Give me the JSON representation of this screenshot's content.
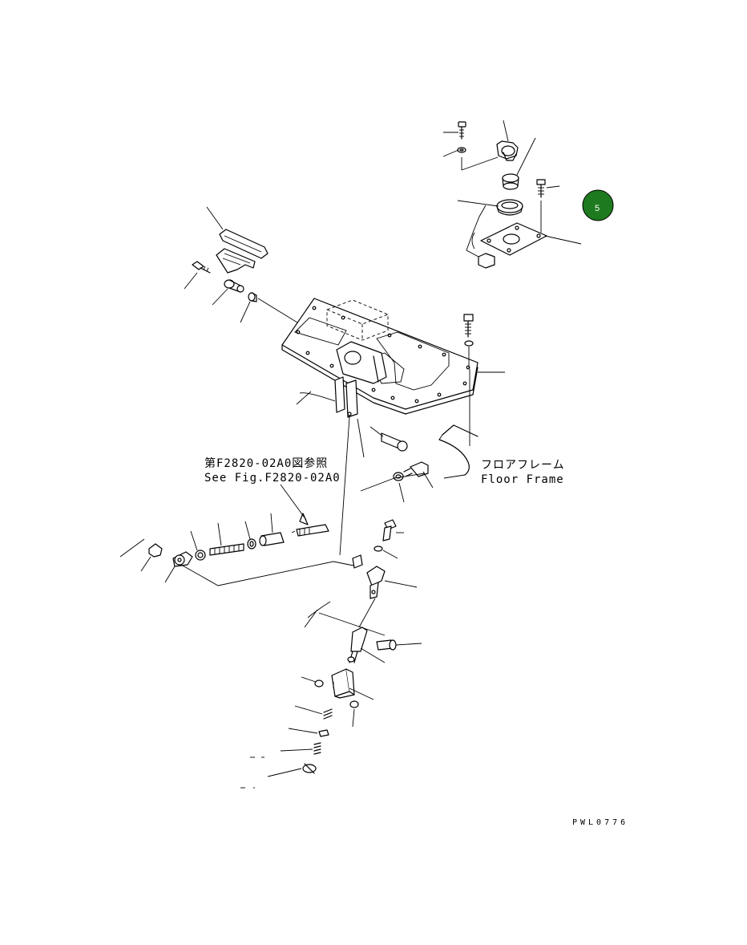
{
  "reference": {
    "jp": "第F2820-02A0図参照",
    "en": "See Fig.F2820-02A0"
  },
  "floor_frame": {
    "jp": "フロアフレーム",
    "en": "Floor Frame"
  },
  "drawing_code": "PWL0776",
  "badge": {
    "label": "5",
    "color": "#1e7a1e"
  }
}
